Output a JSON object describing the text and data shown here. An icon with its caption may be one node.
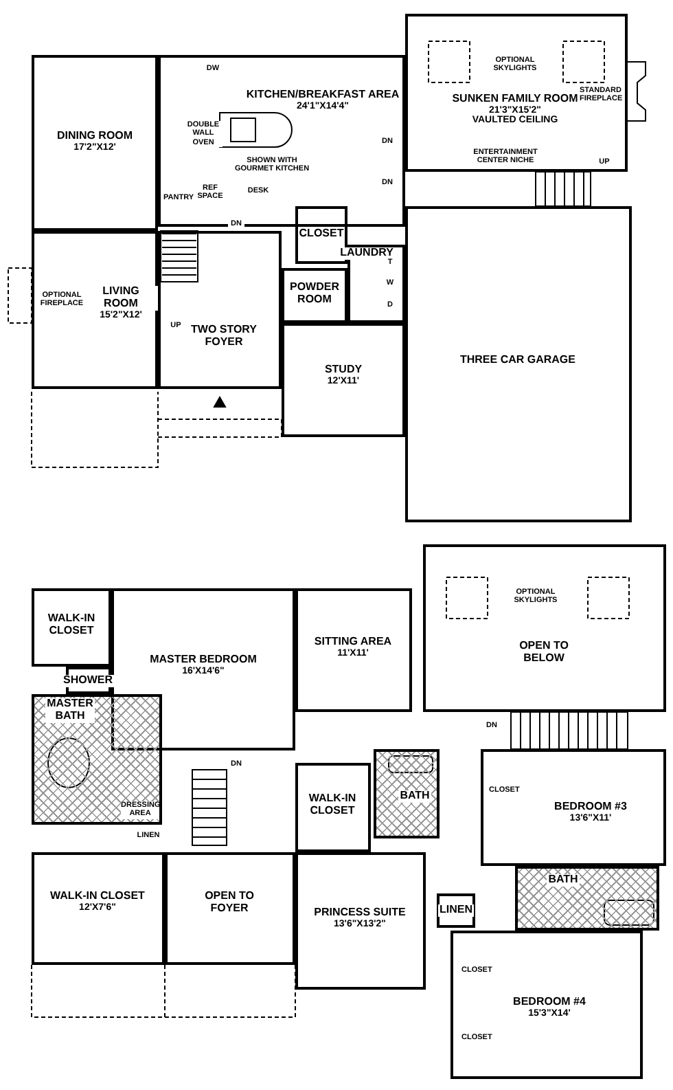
{
  "diagram": {
    "nodes": [
      {
        "text": [
          "DINING ROOM",
          "17'2\"X12'"
        ]
      },
      {
        "text": [
          "KITCHEN/BREAKFAST AREA",
          "24'1\"X14'4\""
        ]
      },
      {
        "text": [
          "SUNKEN FAMILY ROOM",
          "21'3\"X15'2\"",
          "VAULTED CEILING"
        ]
      },
      {
        "text": [
          "LIVING ROOM",
          "15'2\"X12'"
        ]
      },
      {
        "text": [
          "CLOSET"
        ]
      },
      {
        "text": [
          "LAUNDRY"
        ]
      },
      {
        "text": [
          "POWDER ROOM"
        ]
      },
      {
        "text": [
          "TWO STORY FOYER"
        ]
      },
      {
        "text": [
          "STUDY",
          "12'X11'"
        ]
      },
      {
        "text": [
          "THREE CAR GARAGE"
        ]
      },
      {
        "text": [
          "WALK-IN CLOSET"
        ]
      },
      {
        "text": [
          "MASTER BEDROOM",
          "16'X14'6\""
        ]
      },
      {
        "text": [
          "SITTING AREA",
          "11'X11'"
        ]
      },
      {
        "text": [
          "OPEN TO BELOW"
        ]
      },
      {
        "text": [
          "SHOWER"
        ]
      },
      {
        "text": [
          "MASTER BATH"
        ]
      },
      {
        "text": [
          "WALK-IN CLOSET",
          "12'X7'6\""
        ]
      },
      {
        "text": [
          "OPEN TO FOYER"
        ]
      },
      {
        "text": [
          "WALK-IN CLOSET"
        ]
      },
      {
        "text": [
          "BATH"
        ]
      },
      {
        "text": [
          "PRINCESS SUITE",
          "13'6\"X13'2\""
        ]
      },
      {
        "text": [
          "BEDROOM #3",
          "13'6\"X11'"
        ]
      },
      {
        "text": [
          "LINEN"
        ]
      },
      {
        "text": [
          "BATH"
        ]
      },
      {
        "text": [
          "BEDROOM #4",
          "15'3\"X14'"
        ]
      }
    ],
    "labels": [
      "DW",
      "DOUBLE WALL OVEN",
      "SHOWN WITH GOURMET KITCHEN",
      "PANTRY",
      "REF SPACE",
      "DESK",
      "DN",
      "OPTIONAL SKYLIGHTS",
      "STANDARD FIREPLACE",
      "ENTERTAINMENT CENTER NICHE",
      "DN",
      "DN",
      "UP",
      "T",
      "W",
      "D",
      "OPTIONAL FIREPLACE",
      "UP",
      "OPTIONAL SKYLIGHTS",
      "DN",
      "DN",
      "DRESSING AREA",
      "LINEN",
      "CLOSET",
      "CLOSET",
      "CLOSET"
    ]
  }
}
